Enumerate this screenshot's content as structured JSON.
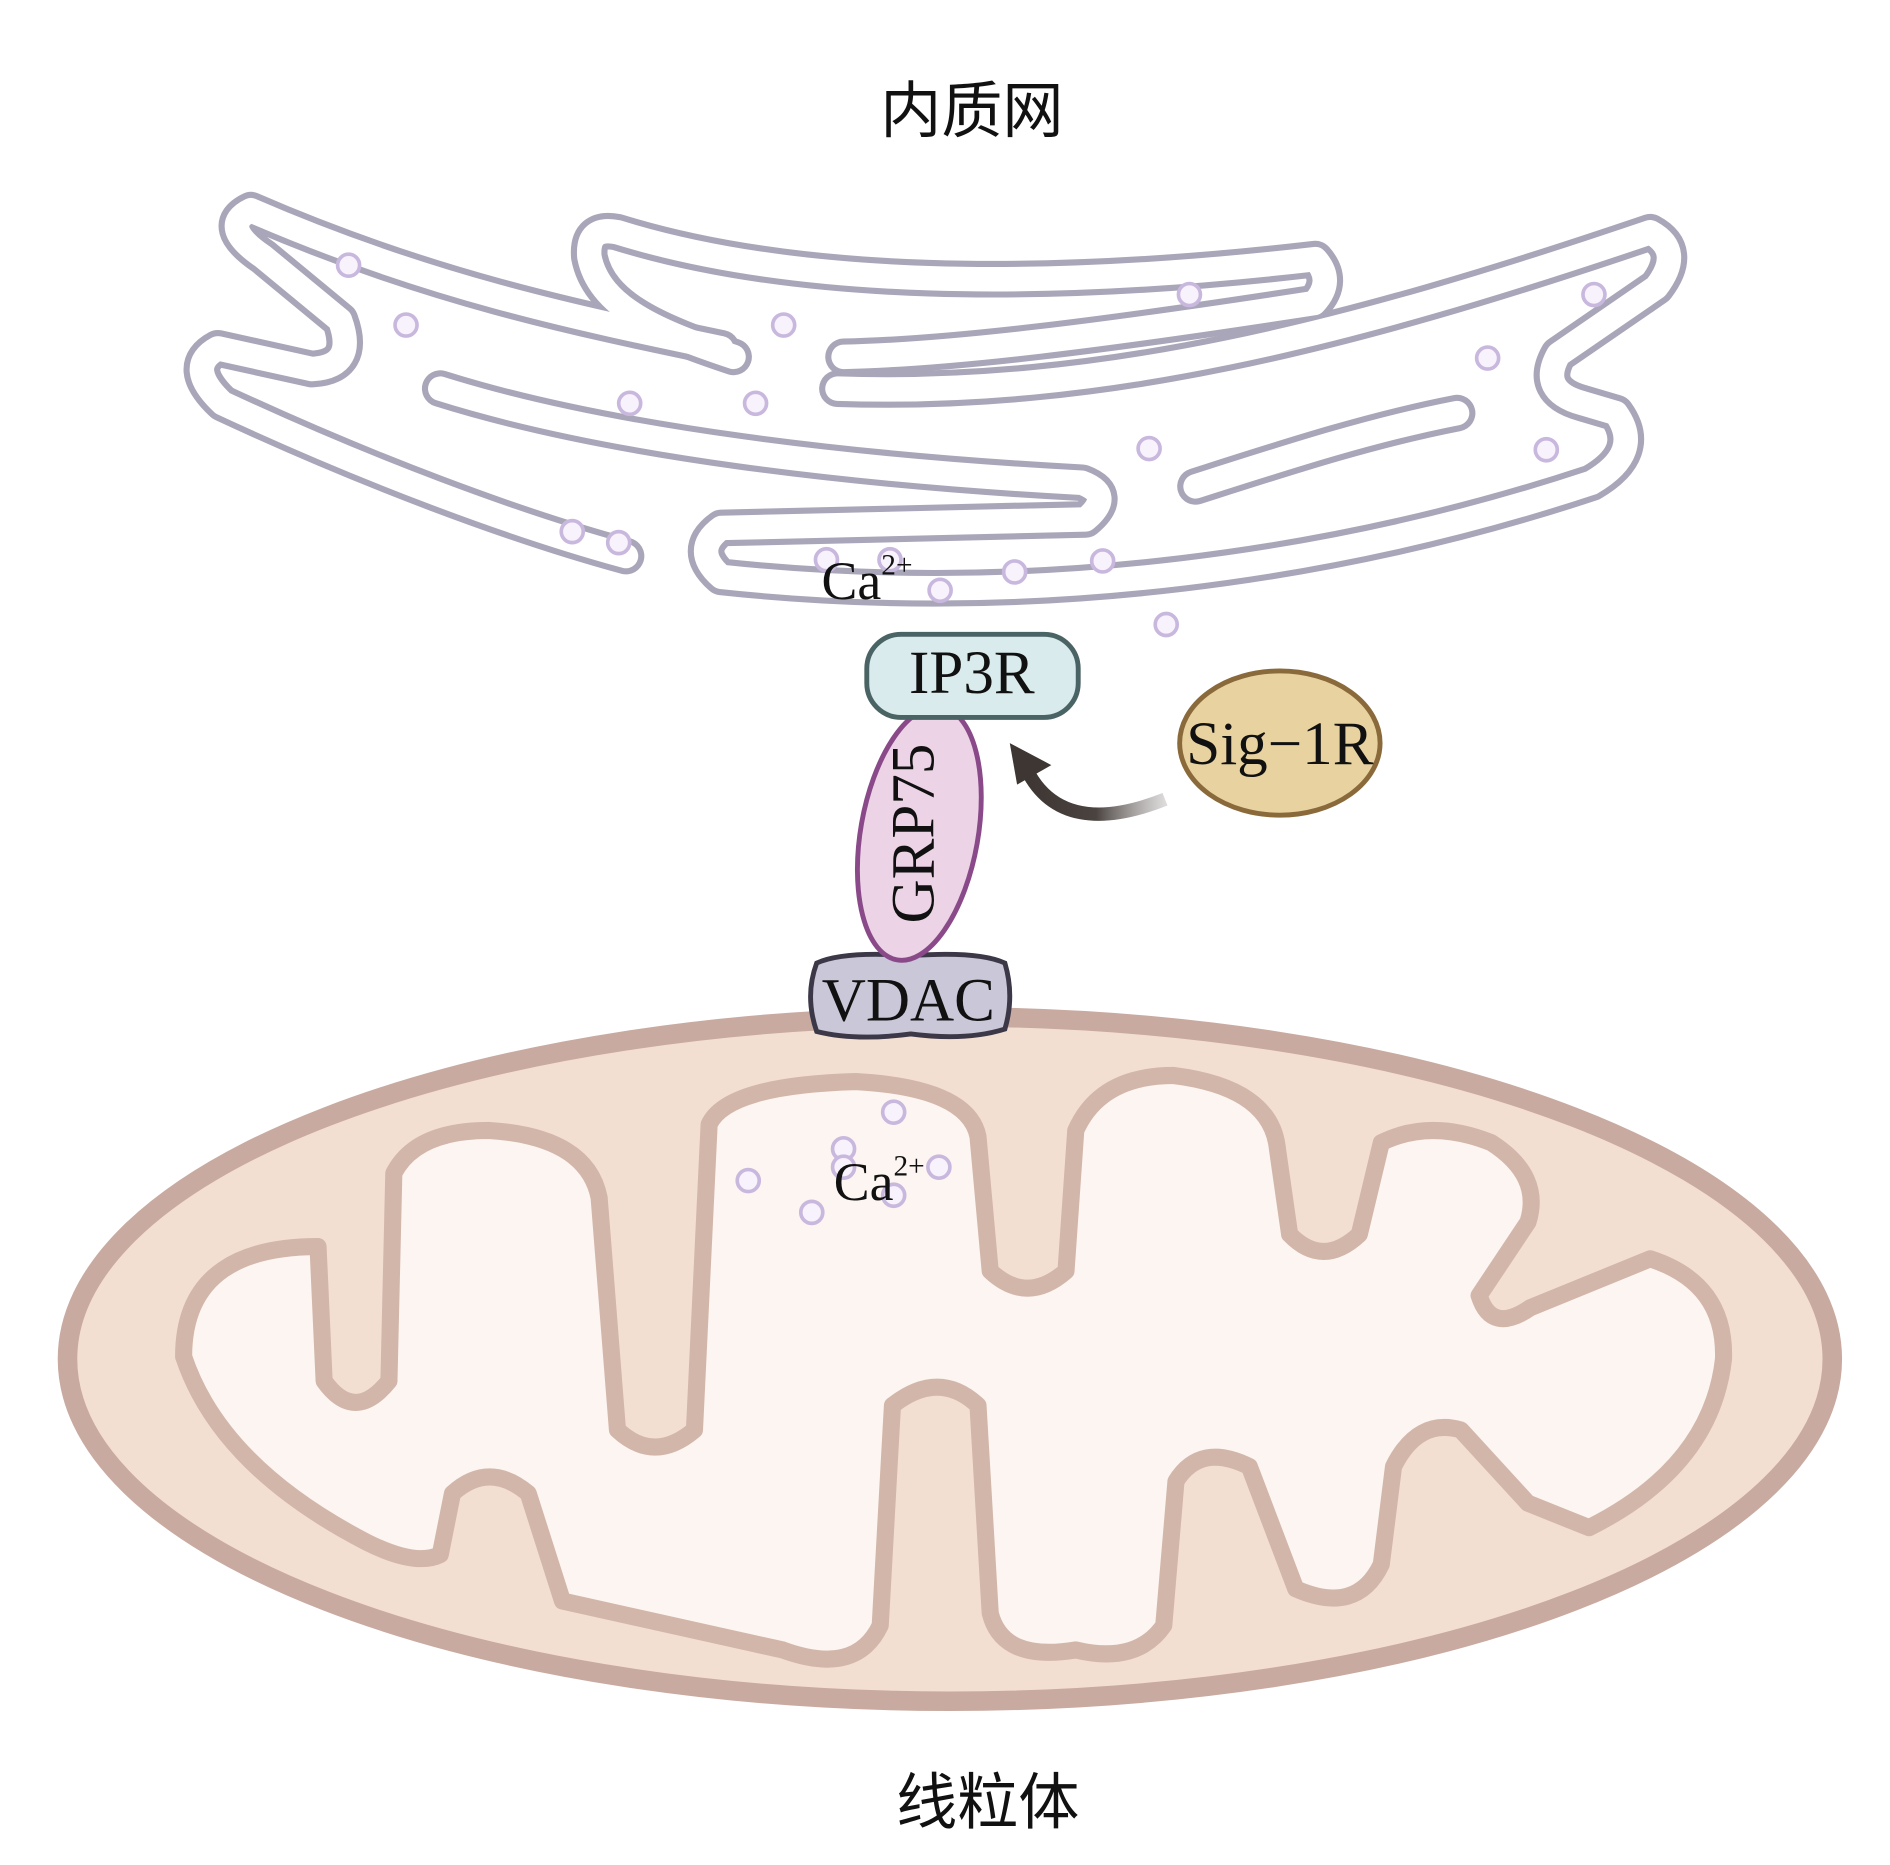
{
  "labels": {
    "er": "内质网",
    "mito": "线粒体",
    "ca_er": "Ca",
    "ca_er_sup": "2+",
    "ca_mito": "Ca",
    "ca_mito_sup": "2+",
    "ip3r": "IP3R",
    "grp75": "GRP75",
    "vdac": "VDAC",
    "sig1r": "Sig−1R"
  },
  "colors": {
    "er_membrane": "#a8a6b8",
    "ip3r_fill": "#d9ebec",
    "grp75_fill": "#ecd3e6",
    "vdac_fill": "#c9c7d8",
    "sig1r_fill": "#e8d3a0",
    "mito_outer": "#f3dfd2",
    "mito_inner": "#fdf5f1",
    "mito_stroke": "#c8aaa0"
  }
}
